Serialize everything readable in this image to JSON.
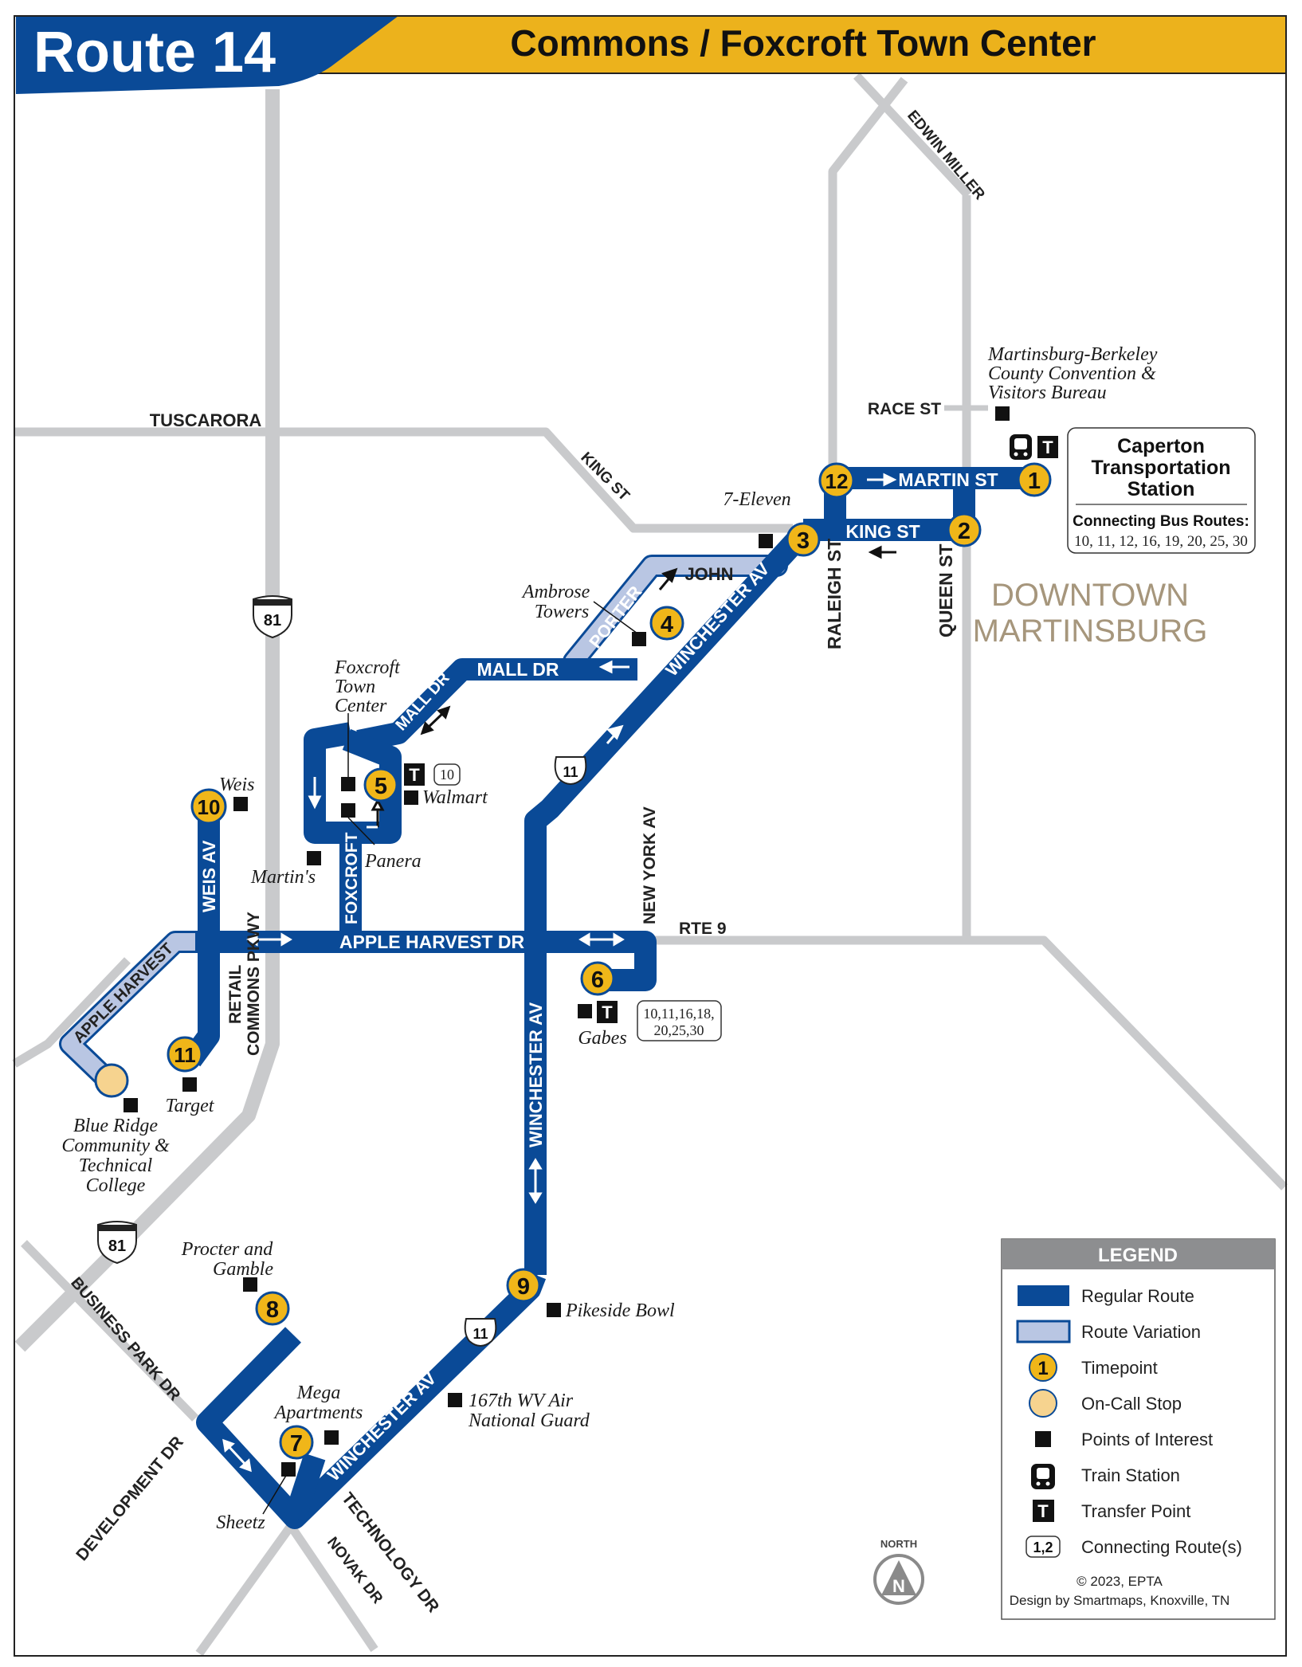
{
  "header": {
    "route": "Route 14",
    "title": "Commons / Foxcroft Town Center"
  },
  "colors": {
    "route": "#0a4a97",
    "variation": "#b9c6e3",
    "timepoint": "#f0b619",
    "oncall": "#f6d38f",
    "road": "#c9cacc",
    "header_blue": "#0a4a97",
    "header_gold": "#ecb21c",
    "downtown": "#a6967c"
  },
  "streets": {
    "tuscarora": "TUSCARORA",
    "king_st_diag": "KING ST",
    "edwin_miller": "EDWIN MILLER",
    "race_st": "RACE ST",
    "martin_st": "MARTIN ST",
    "king_st": "KING ST",
    "raleigh_st": "RALEIGH ST",
    "queen_st": "QUEEN ST",
    "john": "JOHN",
    "porter": "PORTER",
    "winchester_av_ne": "WINCHESTER AV",
    "mall_dr": "MALL DR",
    "mall_dr_diag": "MALL DR",
    "foxcroft": "FOXCROFT",
    "weis_av": "WEIS AV",
    "apple_harvest_dr": "APPLE HARVEST DR",
    "apple_harvest_var": "APPLE HARVEST",
    "retail": "RETAIL",
    "commons_pkwy": "COMMONS PKWY",
    "new_york_av": "NEW YORK AV",
    "rte_9": "RTE 9",
    "winchester_av_mid": "WINCHESTER AV",
    "winchester_av_sw": "WINCHESTER AV",
    "business_park_dr": "BUSINESS PARK DR",
    "development_dr": "DEVELOPMENT DR",
    "technology_dr": "TECHNOLOGY DR",
    "novak_dr": "NOVAK DR",
    "downtown_1": "DOWNTOWN",
    "downtown_2": "MARTINSBURG"
  },
  "shields": {
    "i81_north": "81",
    "i81_south": "81",
    "us11_north": "11",
    "us11_south": "11"
  },
  "timepoints": [
    "1",
    "2",
    "3",
    "4",
    "5",
    "6",
    "7",
    "8",
    "9",
    "10",
    "11",
    "12"
  ],
  "poi": {
    "convention_1": "Martinsburg-Berkeley",
    "convention_2": "County Convention &",
    "convention_3": "Visitors Bureau",
    "seven_eleven": "7-Eleven",
    "ambrose_1": "Ambrose",
    "ambrose_2": "Towers",
    "foxcroft_1": "Foxcroft",
    "foxcroft_2": "Town",
    "foxcroft_3": "Center",
    "walmart": "Walmart",
    "panera": "Panera",
    "martins": "Martin's",
    "weis": "Weis",
    "target": "Target",
    "gabes": "Gabes",
    "brctc_1": "Blue Ridge",
    "brctc_2": "Community &",
    "brctc_3": "Technical",
    "brctc_4": "College",
    "pg_1": "Procter and",
    "pg_2": "Gamble",
    "pikeside": "Pikeside Bowl",
    "guard_1": "167th WV Air",
    "guard_2": "National Guard",
    "mega_1": "Mega",
    "mega_2": "Apartments",
    "sheetz": "Sheetz"
  },
  "station": {
    "name_1": "Caperton",
    "name_2": "Transportation",
    "name_3": "Station",
    "connecting_label": "Connecting Bus Routes:",
    "connecting_routes": "10, 11, 12, 16, 19, 20, 25, 30"
  },
  "transfers": {
    "walmart_routes": "10",
    "gabes_routes_1": "10,11,16,18,",
    "gabes_routes_2": "20,25,30"
  },
  "legend": {
    "title": "LEGEND",
    "regular_route": "Regular Route",
    "route_variation": "Route Variation",
    "timepoint": "Timepoint",
    "timepoint_sample": "1",
    "on_call_stop": "On-Call Stop",
    "points_of_interest": "Points of Interest",
    "train_station": "Train Station",
    "transfer_point": "Transfer Point",
    "transfer_glyph": "T",
    "connecting_routes": "Connecting Route(s)",
    "connecting_sample": "1,2",
    "copyright": "© 2023, EPTA",
    "design_credit": "Design by Smartmaps, Knoxville, TN"
  },
  "north": {
    "label": "NORTH",
    "letter": "N"
  },
  "transfer_glyph": "T"
}
